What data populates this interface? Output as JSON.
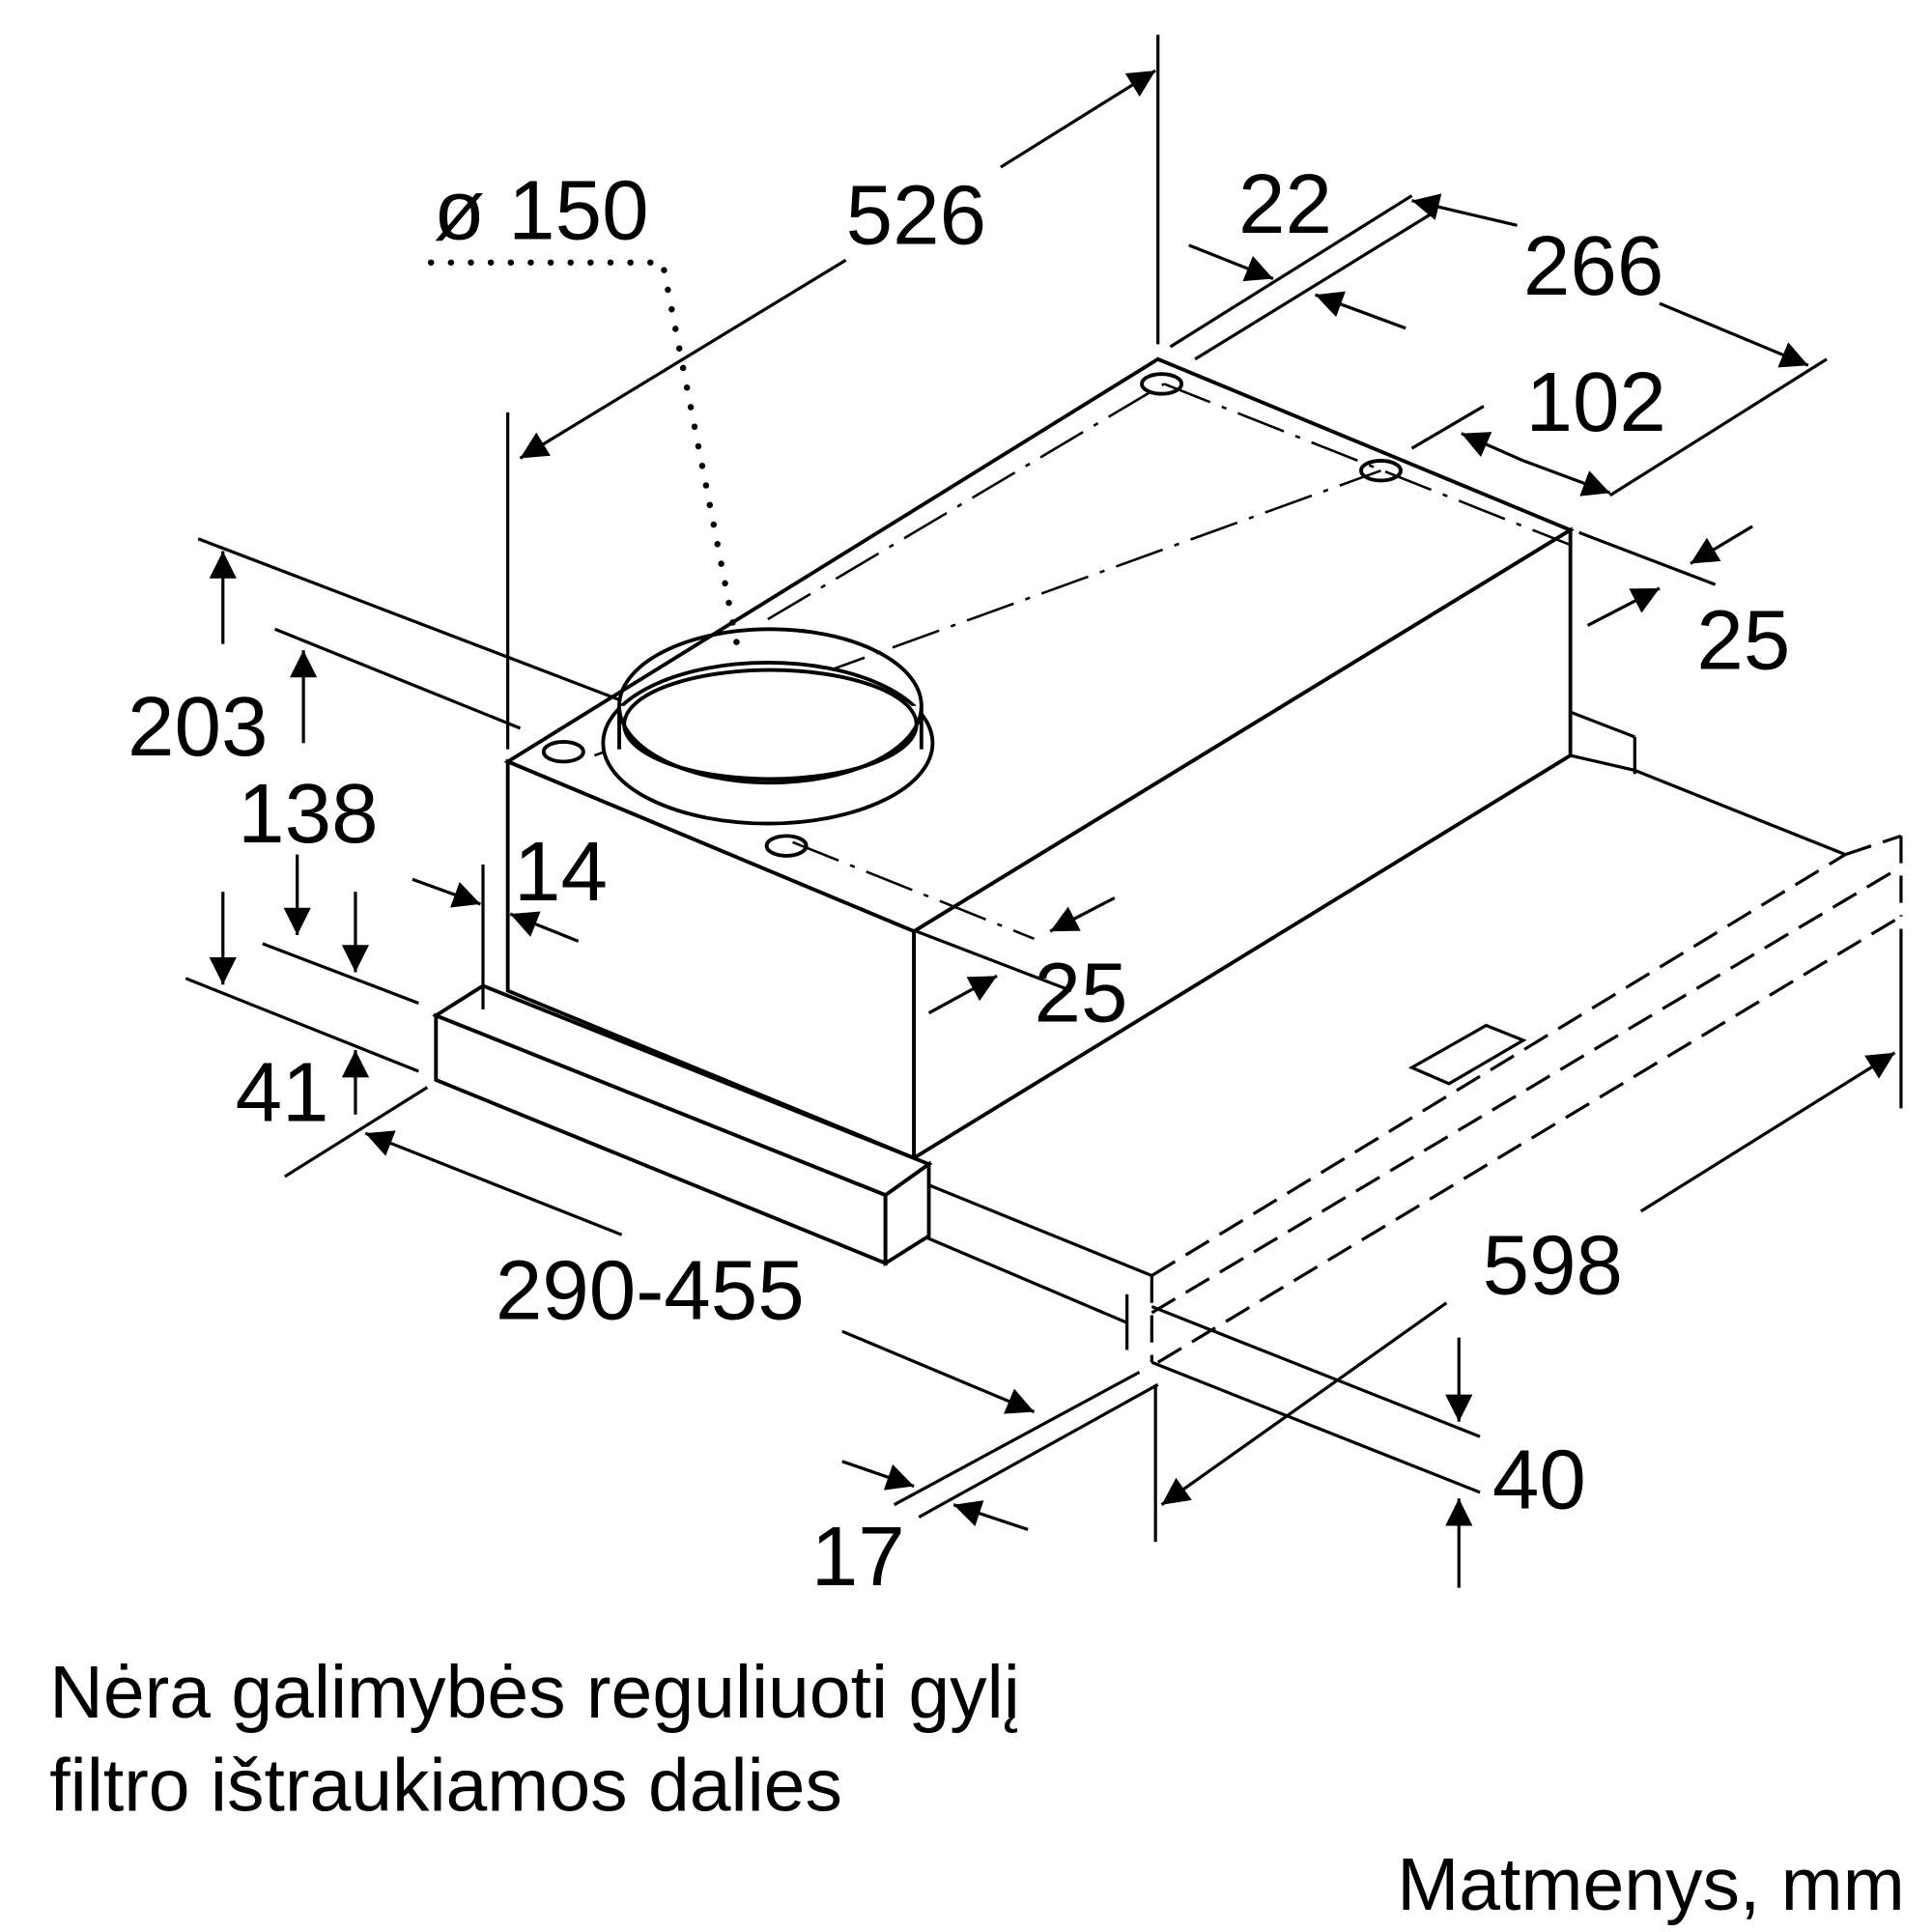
{
  "dimensions": {
    "duct_diameter": "ø 150",
    "depth_526": "526",
    "d22": "22",
    "d266": "266",
    "d102": "102",
    "d25_right": "25",
    "height_203": "203",
    "height_138": "138",
    "d14": "14",
    "d25_front": "25",
    "d41": "41",
    "extension": "290-455",
    "width_598": "598",
    "d40": "40",
    "d17": "17"
  },
  "notes": {
    "line1": "Nėra galimybės reguliuoti gylį",
    "line2": "filtro ištraukiamos dalies",
    "units": "Matmenys, mm"
  }
}
